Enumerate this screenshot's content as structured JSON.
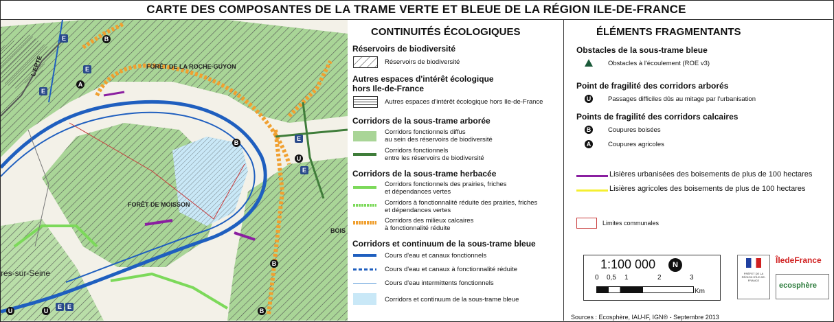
{
  "title": "CARTE DES COMPOSANTES DE LA TRAME VERTE ET BLEUE DE LA RÉGION ILE-DE-FRANCE",
  "map": {
    "labels": {
      "foret_roche_guyon": "FORÊT DE LA ROCHE-GUYON",
      "foret_moisson": "FORÊT DE MOISSON",
      "lepte": "L'EPTE",
      "bois": "BOIS",
      "sur_seine": "res-sur-Seine"
    },
    "markers": {
      "e": "E",
      "a": "A",
      "b": "B",
      "u": "U"
    }
  },
  "continuites": {
    "heading": "CONTINUITÉS ÉCOLOGIQUES",
    "reservoirs": {
      "title": "Réservoirs de biodiversité",
      "item": "Réservoirs de biodiversité"
    },
    "autres": {
      "title1": "Autres espaces d'intérêt écologique",
      "title2": "hors Ile-de-France",
      "item": "Autres espaces d'intérêt écologique hors Ile-de-France"
    },
    "arboree": {
      "title": "Corridors de la sous-trame arborée",
      "item1a": "Corridors fonctionnels diffus",
      "item1b": "au sein des réservoirs de biodiversité",
      "item2a": "Corridors fonctionnels",
      "item2b": "entre les réservoirs de biodiversité"
    },
    "herbacee": {
      "title": "Corridors de la sous-trame herbacée",
      "item1a": "Corridors fonctionnels des prairies, friches",
      "item1b": "et dépendances vertes",
      "item2a": "Corridors à fonctionnalité réduite des prairies, friches",
      "item2b": "et dépendances vertes",
      "item3a": "Corridors des milieux calcaires",
      "item3b": "à fonctionnalité réduite"
    },
    "bleue": {
      "title": "Corridors et continuum de la sous-trame bleue",
      "item1": "Cours d'eau et canaux fonctionnels",
      "item2": "Cours d'eau et canaux à fonctionnalité réduite",
      "item3": "Cours d'eau intermittents fonctionnels",
      "item4": "Corridors et continuum de la sous-trame bleue"
    }
  },
  "fragmentants": {
    "heading": "ÉLÉMENTS FRAGMENTANTS",
    "obstacles": {
      "title": "Obstacles de la sous-trame bleue",
      "item": "Obstacles à l'écoulement (ROE v3)"
    },
    "arbores": {
      "title": "Point de fragilité des corridors arborés",
      "symbol": "U",
      "item": "Passages difficiles dûs au mitage par l'urbanisation"
    },
    "calcaires": {
      "title": "Points de fragilité des corridors calcaires",
      "b_symbol": "B",
      "b_item": "Coupures boisées",
      "a_symbol": "A",
      "a_item": "Coupures agricoles"
    },
    "lisieres_urb": "Lisières urbanisées des boisements de plus de 100 hectares",
    "lisieres_agr": "Lisières agricoles des boisements de plus de 100 hectares",
    "limites": "Limites communales"
  },
  "scale": {
    "ratio": "1:100 000",
    "ticks": [
      "0",
      "0,5",
      "1",
      "2",
      "3"
    ],
    "unit": "Km"
  },
  "logos": {
    "idf": "ÎledeFrance",
    "ecosphere": "ecosphère",
    "prefet": "PRÉFET DE LA RÉGION D'ÎLE-DE-FRANCE"
  },
  "sources": "Sources : Ecosphère, IAU-IF, IGN® - Septembre 2013",
  "colors": {
    "green": "#9fd08a",
    "dark_green": "#3f7d3a",
    "light_green": "#7cd95a",
    "orange": "#f0a030",
    "blue": "#1f5fbf",
    "light_blue": "#c9e8f7",
    "purple": "#8a1fa0",
    "yellow": "#f5ef30",
    "red": "#c83a3a"
  }
}
